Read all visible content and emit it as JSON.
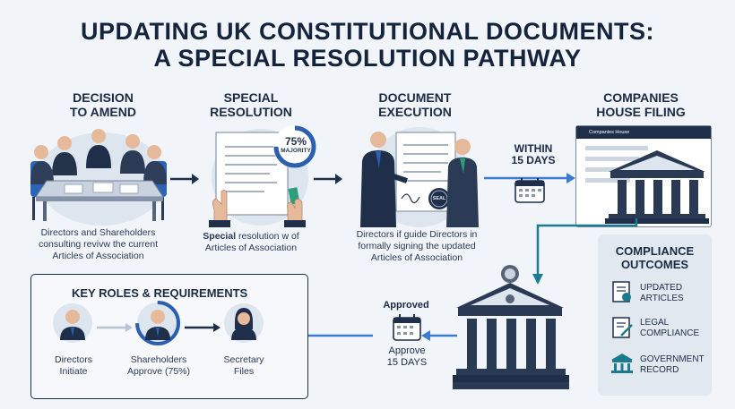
{
  "title": {
    "line1": "UPDATING UK CONSTITUTIONAL DOCUMENTS:",
    "line2": "A SPECIAL RESOLUTION PATHWAY"
  },
  "steps": [
    {
      "title1": "DECISION",
      "title2": "TO AMEND",
      "caption1": "Directors and Shareholders",
      "caption2": "consulting revivw the current",
      "caption3": "Articles of Association"
    },
    {
      "title1": "SPECIAL",
      "title2": "RESOLUTION",
      "badge_pct": "75%",
      "badge_label": "MAJORITY",
      "caption_bold": "Special",
      "caption1_rest": " resolution w of",
      "caption2": "Articles of Association"
    },
    {
      "title1": "DOCUMENT",
      "title2": "EXECUTION",
      "seal": "SEAL",
      "caption1": "Directors if guide Directors in",
      "caption2": "formally signing the updated",
      "caption3": "Articles of Association"
    },
    {
      "title1": "COMPANIES",
      "title2": "HOUSE FILING",
      "window_label": "Companies House"
    }
  ],
  "within": {
    "line1": "WITHIN",
    "line2": "15 DAYS"
  },
  "approved": {
    "top": "Approved",
    "line1": "Approve",
    "line2": "15 DAYS"
  },
  "roles": {
    "title": "KEY ROLES & REQUIREMENTS",
    "items": [
      {
        "line1": "Directors",
        "line2": "Initiate"
      },
      {
        "line1": "Shareholders",
        "line2": "Approve (75%)"
      },
      {
        "line1": "Secretary",
        "line2": "Files"
      }
    ]
  },
  "compliance": {
    "title1": "COMPLIANCE",
    "title2": "OUTCOMES",
    "items": [
      {
        "line1": "UPDATED",
        "line2": "ARTICLES"
      },
      {
        "line1": "LEGAL",
        "line2": "COMPLIANCE"
      },
      {
        "line1": "GOVERNMENT",
        "line2": "RECORD"
      }
    ]
  },
  "colors": {
    "navy": "#1f2f4a",
    "teal": "#1b7a8e",
    "blue_accent": "#3c7bd0"
  }
}
